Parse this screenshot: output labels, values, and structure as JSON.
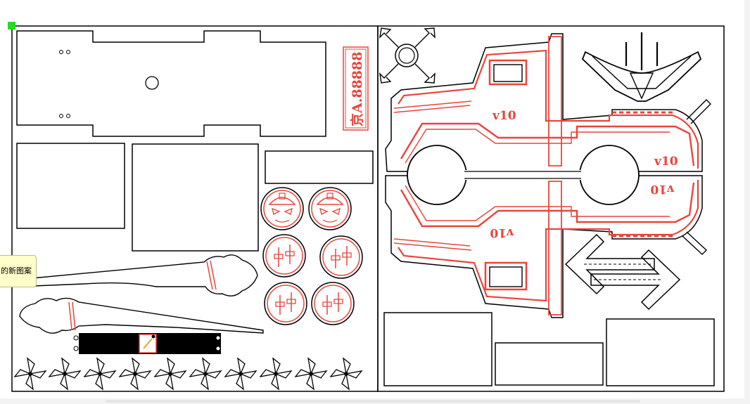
{
  "tooltip": {
    "text": "的新图案"
  },
  "plate": {
    "text": "京A.88888"
  },
  "labels": {
    "body_upper": "v10",
    "body_lower": "v10",
    "deck_upper": "v10",
    "deck_lower": "v10"
  },
  "colors": {
    "cut_line": "#000000",
    "engrave_line": "#e8453c",
    "handle": "#22dd22",
    "tooltip_bg": "#ffffcc"
  }
}
